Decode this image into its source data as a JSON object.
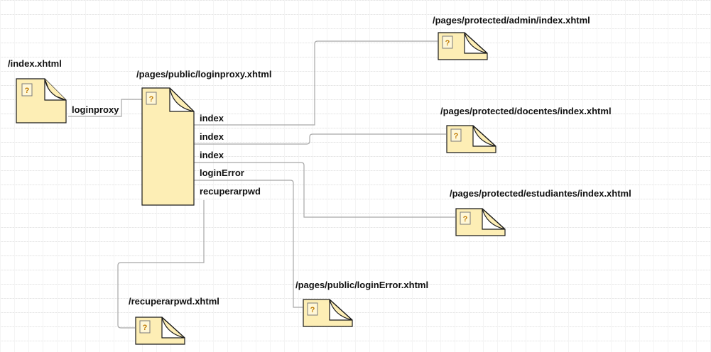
{
  "nodes": {
    "index": {
      "title": "/index.xhtml"
    },
    "loginproxy": {
      "title": "/pages/public/loginproxy.xhtml"
    },
    "admin": {
      "title": "/pages/protected/admin/index.xhtml"
    },
    "docentes": {
      "title": "/pages/protected/docentes/index.xhtml"
    },
    "estudiantes": {
      "title": "/pages/protected/estudiantes/index.xhtml"
    },
    "loginError": {
      "title": "/pages/public/loginError.xhtml"
    },
    "recuperarpwd": {
      "title": "/recuperarpwd.xhtml"
    }
  },
  "edges": {
    "loginproxy": "loginproxy",
    "index_admin": "index",
    "index_docentes": "index",
    "index_estudiantes": "index",
    "loginError": "loginError",
    "recuperarpwd": "recuperarpwd"
  },
  "icon": {
    "name": "page-help-icon",
    "glyph": "?"
  },
  "colors": {
    "page_fill": "#fdeeb5",
    "page_stroke": "#1a1a1a",
    "connector": "#a0a0a0",
    "grid": "#e6e6e6",
    "icon_fill": "#fff7d6",
    "icon_glyph": "#c07a00"
  }
}
